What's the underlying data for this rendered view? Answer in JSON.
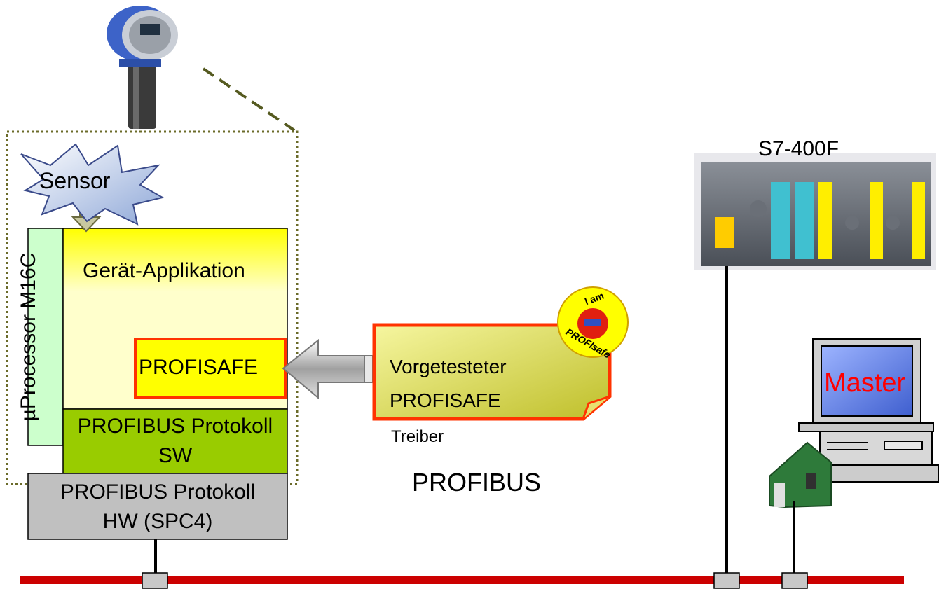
{
  "sensor": {
    "label": "Sensor",
    "device_icon": "level-transmitter-icon"
  },
  "processor": {
    "label": "µProcessor M16C",
    "color": "#ccffcc"
  },
  "application": {
    "label": "Gerät-Applikation",
    "color_top": "#ffffcc",
    "color_bottom": "#ffff00"
  },
  "profisafe_block": {
    "label": "PROFISAFE",
    "color": "#ffff00",
    "border": "#ff3300"
  },
  "protocol_sw": {
    "line1": "PROFIBUS Protokoll",
    "line2": "SW",
    "color": "#99cc00"
  },
  "protocol_hw": {
    "line1": "PROFIBUS Protokoll",
    "line2": "HW (SPC4)",
    "color": "#c0c0c0"
  },
  "driver_note": {
    "line1": "Vorgetesteter",
    "line2": "PROFISAFE",
    "line3": "Treiber",
    "border": "#ff3300"
  },
  "badge": {
    "line1": "I am",
    "line2": "PROFIsafe",
    "color": "#ffff00"
  },
  "plc": {
    "label": "S7-400F",
    "icon": "plc-rack-icon"
  },
  "master": {
    "label": "Master",
    "label_color": "#ff0000",
    "icon": "computer-icon",
    "card_icon": "interface-card-icon"
  },
  "bus": {
    "label": "PROFIBUS",
    "color": "#cc0000"
  }
}
